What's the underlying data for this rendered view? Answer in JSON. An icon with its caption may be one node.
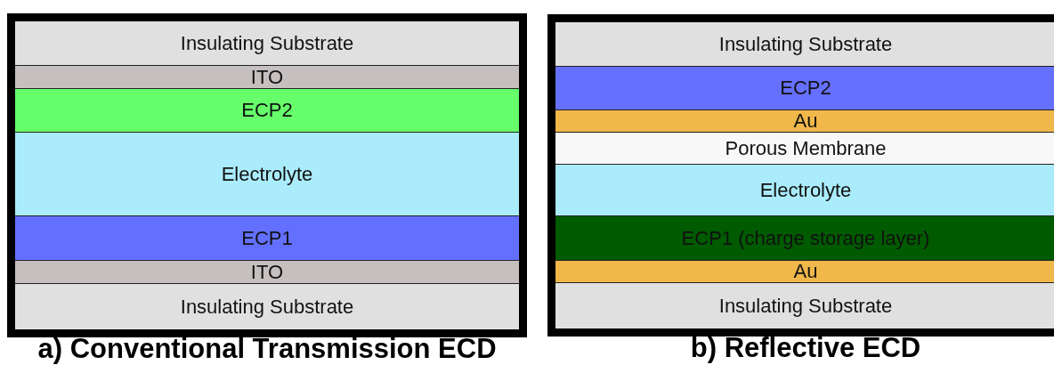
{
  "diagram": {
    "nodes": [
      {
        "text": [
          "a) Conventional Transmission ECD"
        ]
      },
      {
        "text": [
          "Insulating Substrate"
        ],
        "in": 0
      },
      {
        "text": [
          "ITO"
        ],
        "in": 0
      },
      {
        "text": [
          "ECP2"
        ],
        "in": 0
      },
      {
        "text": [
          "Electrolyte"
        ],
        "in": 0
      },
      {
        "text": [
          "ECP1"
        ],
        "in": 0
      },
      {
        "text": [
          "ITO"
        ],
        "in": 0
      },
      {
        "text": [
          "Insulating Substrate"
        ],
        "in": 0
      },
      {
        "text": [
          "b) Reflective ECD"
        ]
      },
      {
        "text": [
          "Insulating Substrate"
        ],
        "in": 8
      },
      {
        "text": [
          "ECP2"
        ],
        "in": 8
      },
      {
        "text": [
          "Au"
        ],
        "in": 8
      },
      {
        "text": [
          "Porous Membrane"
        ],
        "in": 8
      },
      {
        "text": [
          "Electrolyte"
        ],
        "in": 8
      },
      {
        "text": [
          "ECP1 (charge storage layer)"
        ],
        "in": 8
      },
      {
        "text": [
          "Au"
        ],
        "in": 8
      },
      {
        "text": [
          "Insulating Substrate"
        ],
        "in": 8
      }
    ]
  }
}
